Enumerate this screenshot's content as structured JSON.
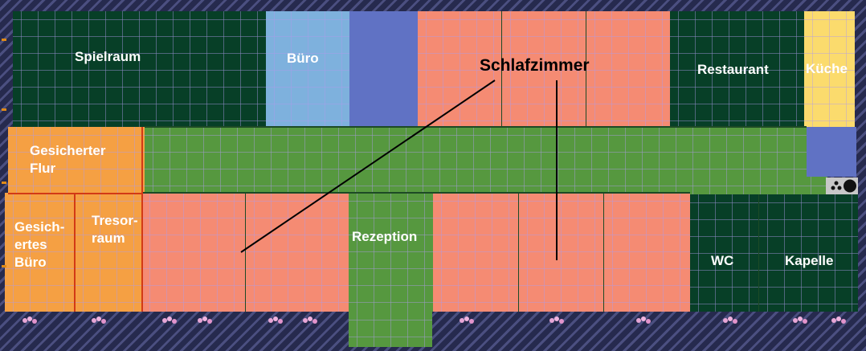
{
  "rooms": {
    "spielraum": "Spielraum",
    "buero": "Büro",
    "schlafzimmer": "Schlafzimmer",
    "restaurant": "Restaurant",
    "kueche": "Küche",
    "gesicherter_flur": "Gesicherter\nFlur",
    "gesichertes_buero": "Gesich-\nertes\nBüro",
    "tresorraum": "Tresor-\nraum",
    "rezeption": "Rezeption",
    "wc": "WC",
    "kapelle": "Kapelle"
  },
  "colors": {
    "dark_green": "#073f27",
    "salmon": "#f58b73",
    "corridor_green": "#56983f",
    "orange": "#f5a043",
    "light_blue": "#7eb1dd",
    "blue": "#6072c4",
    "yellow": "#fbdb6d"
  },
  "icons": [
    "flower-icon",
    "stove-icon"
  ]
}
